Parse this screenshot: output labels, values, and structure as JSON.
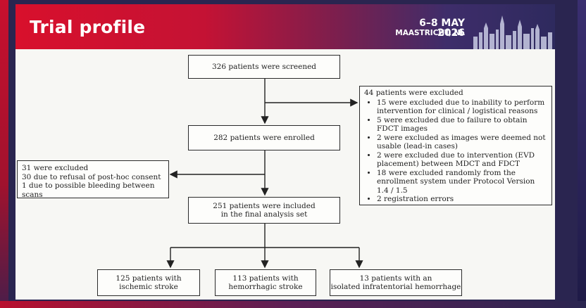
{
  "header": {
    "title": "Trial profile",
    "date": "6–8 MAY 2026",
    "location": "MAASTRICHT, NL"
  },
  "flow": {
    "screened": "326 patients were screened",
    "excluded_right": {
      "heading": "44 patients were excluded",
      "items": [
        "15 were excluded due to inability to perform intervention for clinical / logistical reasons",
        "5 were excluded due to failure to obtain FDCT images",
        "2 were excluded as images were deemed not usable (lead-in cases)",
        "2 were excluded due to intervention (EVD placement) between MDCT and FDCT",
        "18 were excluded randomly from the enrollment system under Protocol Version 1.4 / 1.5",
        "2 registration errors"
      ]
    },
    "enrolled": "282 patients were enrolled",
    "excluded_left": {
      "line1": "31 were excluded",
      "line2": "30 due to refusal of post-hoc consent",
      "line3": "1 due to possible bleeding between scans"
    },
    "included": {
      "line1": "251 patients were included",
      "line2": "in the final analysis set"
    },
    "groups": [
      {
        "line1": "125 patients with",
        "line2": "ischemic stroke"
      },
      {
        "line1": "113 patients with",
        "line2": "hemorrhagic stroke"
      },
      {
        "line1": "13 patients with an",
        "line2": "isolated infratentorial hemorrhage"
      }
    ]
  },
  "colors": {
    "brand_red": "#c8102e",
    "brand_navy": "#2a2550"
  }
}
